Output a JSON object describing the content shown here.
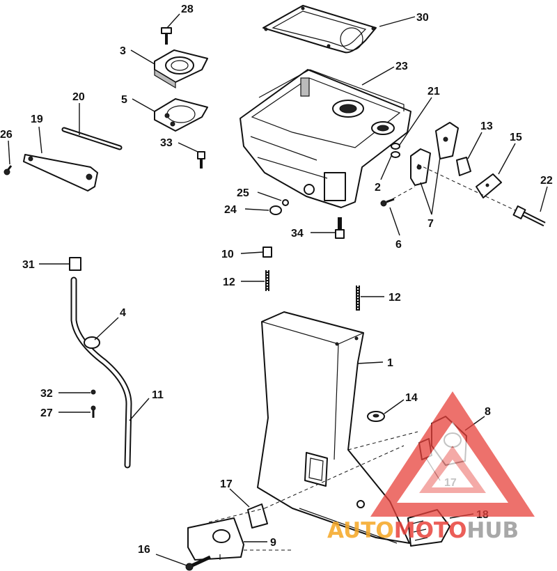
{
  "callouts": [
    {
      "id": "c28",
      "label": "28"
    },
    {
      "id": "c30",
      "label": "30"
    },
    {
      "id": "c3",
      "label": "3"
    },
    {
      "id": "c23",
      "label": "23"
    },
    {
      "id": "c20",
      "label": "20"
    },
    {
      "id": "c5",
      "label": "5"
    },
    {
      "id": "c21",
      "label": "21"
    },
    {
      "id": "c13",
      "label": "13"
    },
    {
      "id": "c19",
      "label": "19"
    },
    {
      "id": "c26",
      "label": "26"
    },
    {
      "id": "c15",
      "label": "15"
    },
    {
      "id": "c33",
      "label": "33"
    },
    {
      "id": "c22",
      "label": "22"
    },
    {
      "id": "c2",
      "label": "2"
    },
    {
      "id": "c25",
      "label": "25"
    },
    {
      "id": "c24",
      "label": "24"
    },
    {
      "id": "c7",
      "label": "7"
    },
    {
      "id": "c34",
      "label": "34"
    },
    {
      "id": "c6",
      "label": "6"
    },
    {
      "id": "c10",
      "label": "10"
    },
    {
      "id": "c31",
      "label": "31"
    },
    {
      "id": "c12a",
      "label": "12"
    },
    {
      "id": "c12b",
      "label": "12"
    },
    {
      "id": "c4",
      "label": "4"
    },
    {
      "id": "c1",
      "label": "1"
    },
    {
      "id": "c32",
      "label": "32"
    },
    {
      "id": "c11",
      "label": "11"
    },
    {
      "id": "c14",
      "label": "14"
    },
    {
      "id": "c27",
      "label": "27"
    },
    {
      "id": "c8",
      "label": "8"
    },
    {
      "id": "c17a",
      "label": "17"
    },
    {
      "id": "c17b",
      "label": "17"
    },
    {
      "id": "c18",
      "label": "18"
    },
    {
      "id": "c9",
      "label": "9"
    },
    {
      "id": "c16",
      "label": "16"
    }
  ],
  "watermark": {
    "part1": "AUTO",
    "part2": "MOTO",
    "part3": "HUB",
    "color_orange": "#f5a623",
    "color_red": "#e8423c",
    "color_gray": "#9a9a9a"
  }
}
